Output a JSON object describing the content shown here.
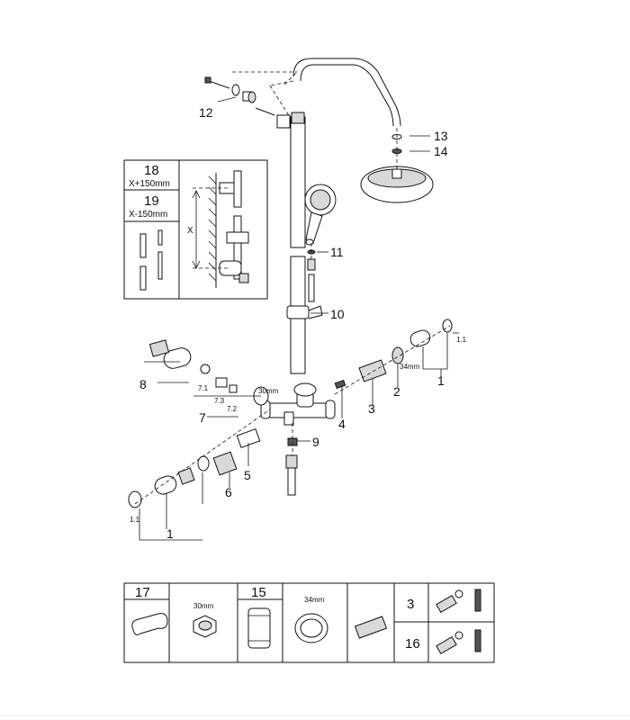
{
  "callouts": {
    "c1_right": "1",
    "c1_1_right": "1.1",
    "c2": "2",
    "c3": "3",
    "c4": "4",
    "c5": "5",
    "c6": "6",
    "c7": "7",
    "c7_1": "7.1",
    "c7_2": "7.2",
    "c7_3": "7.3",
    "c8": "8",
    "c9": "9",
    "c10": "10",
    "c11": "11",
    "c12": "12",
    "c13": "13",
    "c14": "14",
    "c1_left": "1",
    "c1_1_left": "1.1"
  },
  "dimensions": {
    "d34mm_top": "34mm",
    "d30mm_top": "30mm"
  },
  "inset": {
    "n18": "18",
    "x_plus": "X+150mm",
    "n19": "19",
    "x_minus": "X-150mm",
    "x_label": "X"
  },
  "bottom_table": {
    "n17": "17",
    "d30mm": "30mm",
    "n15": "15",
    "d34mm": "34mm",
    "n3": "3",
    "n16": "16"
  }
}
